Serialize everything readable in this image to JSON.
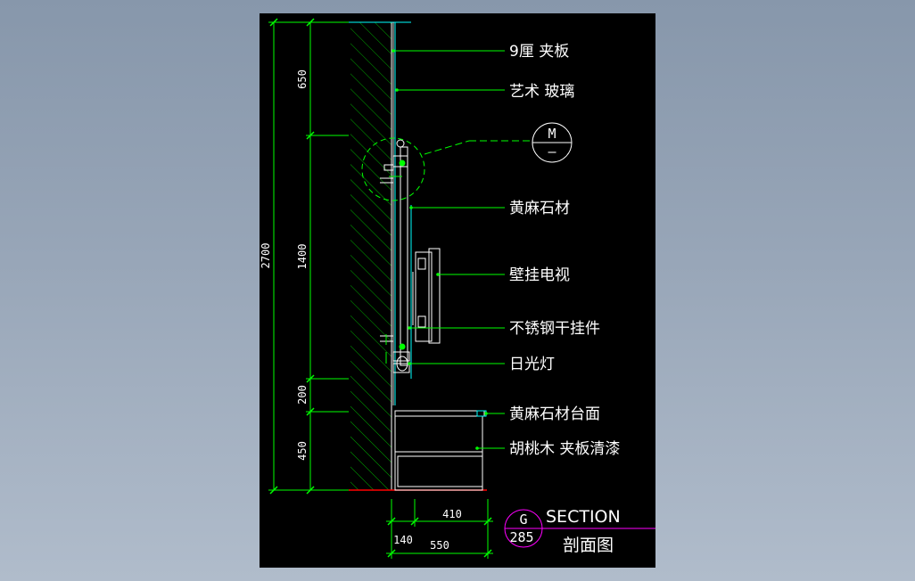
{
  "labels": {
    "plywood": "9厘 夹板",
    "art_glass": "艺术 玻璃",
    "stone": "黄麻石材",
    "tv": "壁挂电视",
    "hanger": "不锈钢干挂件",
    "lamp": "日光灯",
    "countertop": "黄麻石材台面",
    "walnut": "胡桃木 夹板清漆"
  },
  "dimensions": {
    "total_height": "2700",
    "upper": "650",
    "middle": "1400",
    "lower_a": "200",
    "lower_b": "450",
    "depth_a": "410",
    "depth_b": "140",
    "depth_total": "550"
  },
  "detail_bubble": {
    "top": "M",
    "bottom": "—"
  },
  "section": {
    "title": "SECTION",
    "subtitle": "剖面图",
    "letter": "G",
    "sheet": "285"
  },
  "colors": {
    "background": "#000000",
    "leader": "#00ff00",
    "wall_hatch": "#00aa00",
    "glass": "#00ffff",
    "section_bubble": "#ff00ff",
    "floor": "#ff0000"
  }
}
